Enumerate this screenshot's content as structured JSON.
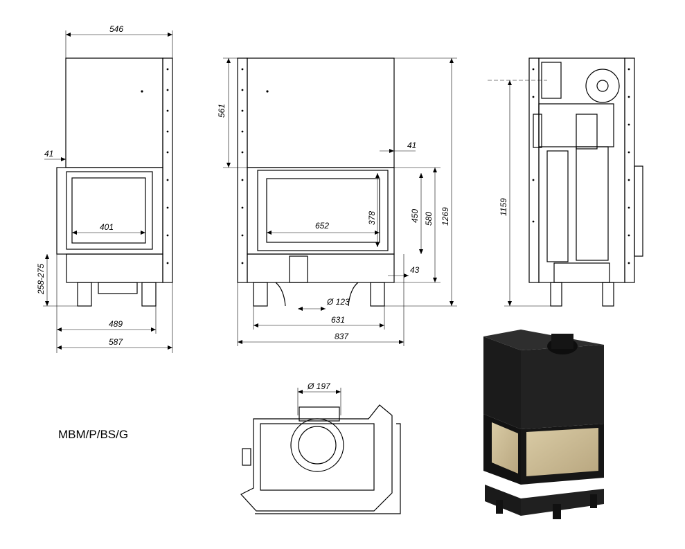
{
  "model_code": "MBM/P/BS/G",
  "dimensions": {
    "side_width_top": "546",
    "side_offset_left": "41",
    "side_glass_width": "401",
    "side_leg_height": "258-275",
    "side_feet_width": "489",
    "side_total_width": "587",
    "front_top_height": "561",
    "front_offset_right": "41",
    "front_glass_width": "652",
    "front_glass_height": "378",
    "front_opening_height": "450",
    "front_frame_height": "580",
    "front_total_height": "1269",
    "front_bottom_offset": "43",
    "front_outlet_diameter": "Ø 123",
    "front_feet_width": "631",
    "front_total_width": "837",
    "profile_flue_height": "1159",
    "top_flue_diameter": "Ø 197"
  },
  "views": [
    "side-elevation",
    "front-elevation",
    "profile-section",
    "top-plan",
    "3d-render"
  ]
}
